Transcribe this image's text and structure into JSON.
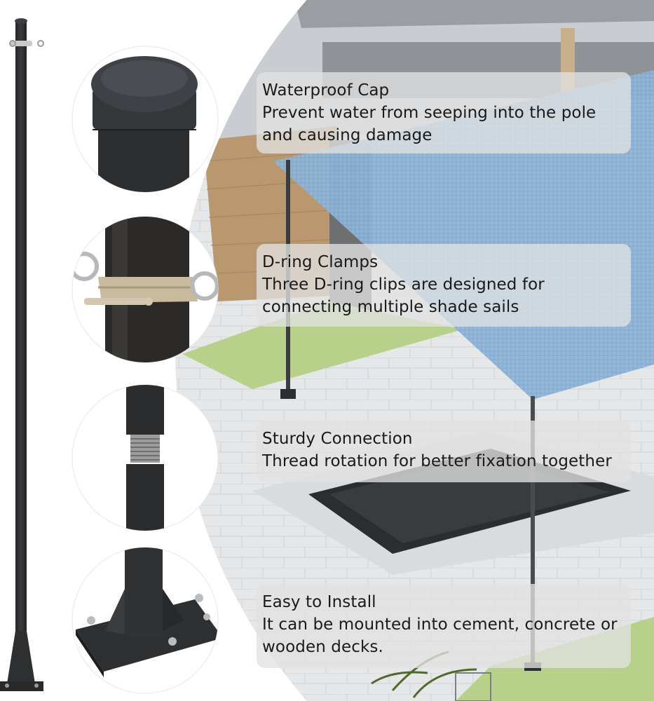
{
  "features": [
    {
      "title": "Waterproof Cap",
      "description": "Prevent water from seeping into the pole and causing damage",
      "icon": "waterproof-cap-photo"
    },
    {
      "title": "D-ring Clamps",
      "description": "Three D-ring clips are designed for connecting multiple shade sails",
      "icon": "d-ring-clamp-photo"
    },
    {
      "title": "Sturdy Connection",
      "description": "Thread rotation for better fixation together",
      "icon": "threaded-connector-photo"
    },
    {
      "title": "Easy to Install",
      "description": "It can be mounted into cement, concrete or wooden decks.",
      "icon": "base-plate-photo"
    }
  ],
  "colors": {
    "pole": "#2f3133",
    "shade_sail": "#8fb6d8",
    "lawn": "#b7d08a",
    "paving": "#e4e6e8",
    "card": "#e2e2e2",
    "text": "#1a1a1a"
  }
}
